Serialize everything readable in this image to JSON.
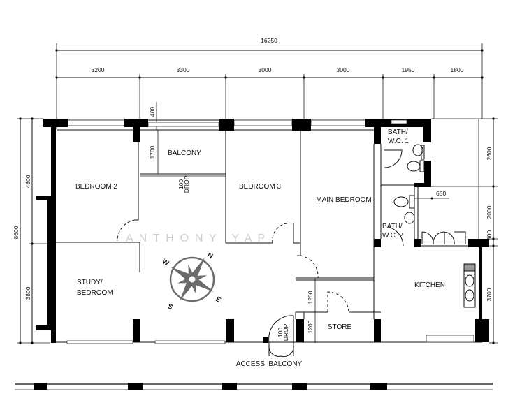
{
  "dimensions": {
    "overall_width": "16250",
    "top_segments": [
      "3200",
      "3300",
      "3000",
      "3000",
      "1950",
      "1800"
    ],
    "overall_depth": "8600",
    "left_segments": [
      "4800",
      "3800"
    ],
    "right_segments": [
      "2600",
      "2000",
      "300",
      "3700"
    ],
    "balcony_depth": "1700",
    "balcony_offset": "400",
    "bath_offset": "650",
    "corridor": "1200",
    "store_depth": "1200"
  },
  "rooms": {
    "bedroom2": "BEDROOM 2",
    "balcony": "BALCONY",
    "bedroom3": "BEDROOM 3",
    "main_bedroom": "MAIN BEDROOM",
    "study_line1": "STUDY/",
    "study_line2": "BEDROOM",
    "kitchen": "KITCHEN",
    "store": "STORE",
    "bath1_line1": "BATH/",
    "bath1_line2": "W.C. 1",
    "bath2_line1": "BATH/",
    "bath2_line2": "W.C. 2",
    "access_balcony": "ACCESS  BALCONY"
  },
  "drops": {
    "balcony_drop_value": "100",
    "balcony_drop_label": "DROP",
    "entrance_drop_value": "100",
    "entrance_drop_label": "DROP"
  },
  "compass": {
    "n": "N",
    "s": "S",
    "e": "E",
    "w": "W",
    "color": "#6b6b6b"
  },
  "watermark": "A  N  T  H  O  N  Y     Y  A  P"
}
